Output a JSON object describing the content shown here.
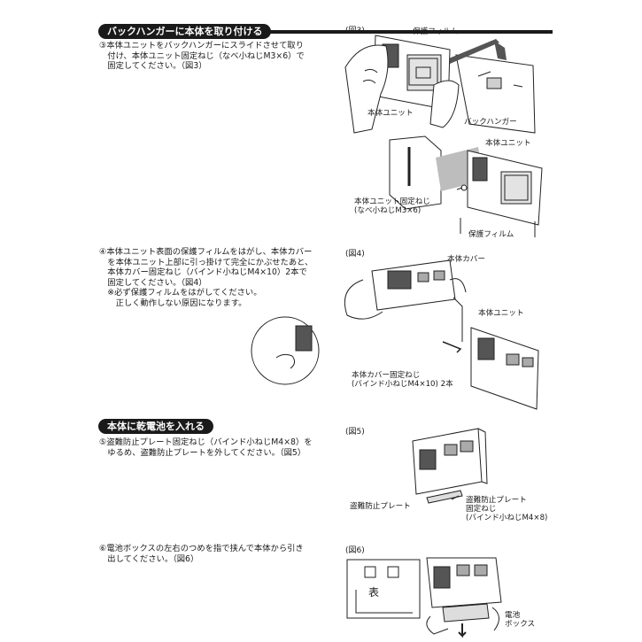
{
  "section1": {
    "heading": "バックハンガーに本体を取り付ける",
    "step3": "③本体ユニットをバックハンガーにスライドさせて取り\n　付け、本体ユニット固定ねじ（なべ小ねじM3×6）で\n　固定してください。（図3）"
  },
  "fig3": {
    "label": "(図3)",
    "callouts": {
      "protective_film_top": "保護フィルム",
      "main_unit_left": "本体ユニット",
      "back_hanger": "バックハンガー",
      "main_unit_right": "本体ユニット",
      "fixing_screw": "本体ユニット固定ねじ\n(なべ小ねじM3×6)",
      "protective_film_bottom": "保護フィルム"
    }
  },
  "step4": {
    "text": "④本体ユニット表面の保護フィルムをはがし、本体カバー\n　を本体ユニット上部に引っ掛けて完全にかぶせたあと、\n　本体カバー固定ねじ（バインド小ねじM4×10）2本で\n　固定してください。（図4）\n　※必ず保護フィルムをはがしてください。\n　　正しく動作しない原因になります。"
  },
  "fig4": {
    "label": "(図4)",
    "callouts": {
      "cover": "本体カバー",
      "main_unit": "本体ユニット",
      "cover_screw": "本体カバー固定ねじ\n(バインド小ねじM4×10) 2本"
    }
  },
  "section2": {
    "heading": "本体に乾電池を入れる",
    "step5": "⑤盗難防止プレート固定ねじ（バインド小ねじM4×8）を\n　ゆるめ、盗難防止プレートを外してください。（図5）"
  },
  "fig5": {
    "label": "(図5)",
    "callouts": {
      "plate": "盗難防止プレート",
      "plate_screw": "盗難防止プレート\n固定ねじ\n(バインド小ねじM4×8)"
    }
  },
  "step6": {
    "text": "⑥電池ボックスの左右のつめを指で挟んで本体から引き\n　出してください。（図6）"
  },
  "fig6": {
    "label": "(図6)",
    "inset_text": "表",
    "callouts": {
      "battery_box": "電池\nボックス"
    }
  }
}
